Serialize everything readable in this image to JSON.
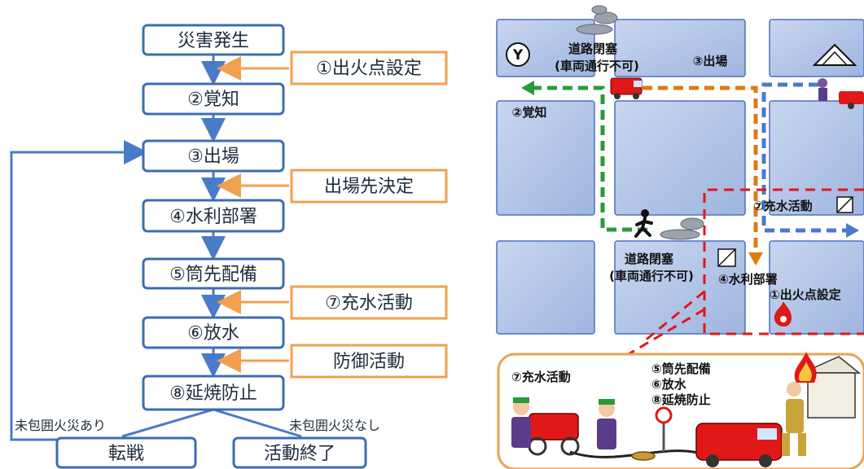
{
  "flow": {
    "steps": [
      "災害発生",
      "②覚知",
      "③出場",
      "④水利部署",
      "⑤筒先配備",
      "⑥放水",
      "⑧延焼防止"
    ],
    "side_inputs": [
      "①出火点設定",
      "出場先決定",
      "⑦充水活動",
      "防御活動"
    ],
    "branch_labels": {
      "left": "未包囲火災あり",
      "right": "未包囲火災なし"
    },
    "end_boxes": [
      "転戦",
      "活動終了"
    ]
  },
  "map": {
    "road_closed_top": {
      "line1": "道路閉塞",
      "line2": "(車両通行不可)"
    },
    "road_closed_mid": {
      "line1": "道路閉塞",
      "line2": "(車両通行不可)"
    },
    "hydrant_symbol": "Y",
    "labels": {
      "dispatch": "③出場",
      "notice": "②覚知",
      "water_fill": "⑦充水活動",
      "water_source": "④水利部署",
      "fire_origin": "①出火点設定"
    }
  },
  "panel": {
    "left_label": "⑦充水活動",
    "right_lines": [
      "⑤筒先配備",
      "⑥放水",
      "⑧延焼防止"
    ]
  },
  "colors": {
    "flow_box": "#3b6db3",
    "side_box": "#f0a050",
    "block_fill": "#b8c9ea",
    "block_stroke": "#4c72b8",
    "green": "#2a9a3a",
    "orange": "#e07a10",
    "blue": "#4a7bc8",
    "red": "#e01818"
  }
}
